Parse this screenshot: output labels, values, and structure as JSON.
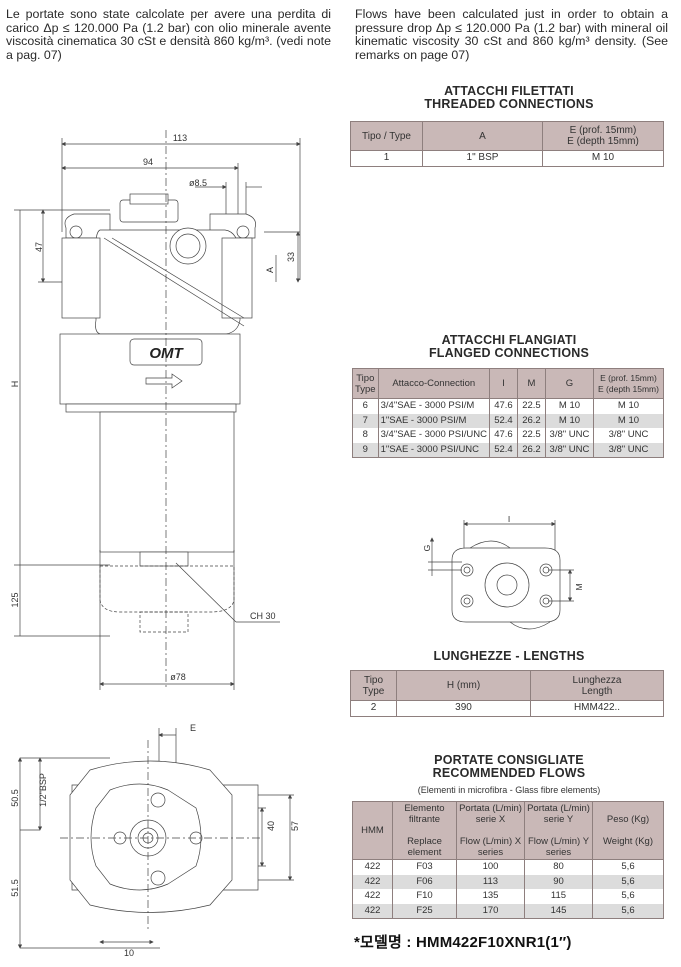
{
  "intro": {
    "it": "Le portate sono state calcolate per avere una perdita di carico Δp ≤ 120.000 Pa (1.2 bar) con olio minerale avente viscosità cinematica 30 cSt e densità 860 kg/m³. (vedi note a pag. 07)",
    "en": "Flows have been calculated just in order to obtain a pressure drop Δp ≤ 120.000 Pa (1.2 bar) with mineral oil kinematic viscosity 30 cSt and 860 kg/m³ density. (See remarks on page 07)"
  },
  "threaded": {
    "title_it": "ATTACCHI FILETTATI",
    "title_en": "THREADED CONNECTIONS",
    "headers": [
      "Tipo / Type",
      "A",
      "E (prof. 15mm)",
      "E (depth 15mm)"
    ],
    "rows": [
      [
        "1",
        "1\" BSP",
        "M 10"
      ]
    ]
  },
  "flanged": {
    "title_it": "ATTACCHI FLANGIATI",
    "title_en": "FLANGED CONNECTIONS",
    "headers": [
      "Tipo",
      "Type",
      "Attacco-Connection",
      "I",
      "M",
      "G",
      "E (prof. 15mm)",
      "E (depth 15mm)"
    ],
    "rows": [
      [
        "6",
        "3/4\"SAE - 3000 PSI/M",
        "47.6",
        "22.5",
        "M 10",
        "M 10"
      ],
      [
        "7",
        "1\"SAE - 3000 PSI/M",
        "52.4",
        "26.2",
        "M 10",
        "M 10"
      ],
      [
        "8",
        "3/4\"SAE - 3000 PSI/UNC",
        "47.6",
        "22.5",
        "3/8\" UNC",
        "3/8\" UNC"
      ],
      [
        "9",
        "1\"SAE - 3000 PSI/UNC",
        "52.4",
        "26.2",
        "3/8\" UNC",
        "3/8\" UNC"
      ]
    ]
  },
  "lengths": {
    "title": "LUNGHEZZE - LENGTHS",
    "headers": [
      "Tipo",
      "Type",
      "H (mm)",
      "Lunghezza",
      "Length"
    ],
    "rows": [
      [
        "2",
        "390",
        "HMM422.."
      ]
    ]
  },
  "flows": {
    "title_it": "PORTATE CONSIGLIATE",
    "title_en": "RECOMMENDED FLOWS",
    "subtitle": "(Elementi in microfibra - Glass fibre elements)",
    "headers": {
      "hmm": "HMM",
      "elem_it": "Elemento filtrante",
      "elem_en": "Replace element",
      "x_it": "Portata (L/min) serie X",
      "x_en": "Flow (L/min) X series",
      "y_it": "Portata (L/min) serie Y",
      "y_en": "Flow (L/min) Y series",
      "w_it": "Peso (Kg)",
      "w_en": "Weight (Kg)"
    },
    "rows": [
      [
        "422",
        "F03",
        "100",
        "80",
        "5,6"
      ],
      [
        "422",
        "F06",
        "113",
        "90",
        "5,6"
      ],
      [
        "422",
        "F10",
        "135",
        "115",
        "5,6"
      ],
      [
        "422",
        "F25",
        "170",
        "145",
        "5,6"
      ]
    ]
  },
  "drawing": {
    "dim_113": "113",
    "dim_94": "94",
    "dim_d85": "ø8.5",
    "dim_47": "47",
    "dim_33": "33",
    "dim_A": "A",
    "dim_H": "H",
    "dim_125": "125",
    "dim_ch30": "CH 30",
    "dim_d78": "ø78",
    "logo": "OMT",
    "flange_I": "I",
    "flange_G": "G",
    "flange_M": "M",
    "dim_E": "E",
    "dim_bsp": "1/2\"BSP",
    "dim_505": "50.5",
    "dim_515": "51.5",
    "dim_40": "40",
    "dim_57": "57",
    "dim_10": "10"
  },
  "footer": "*모델명 : HMM422F10XNR1(1″)"
}
